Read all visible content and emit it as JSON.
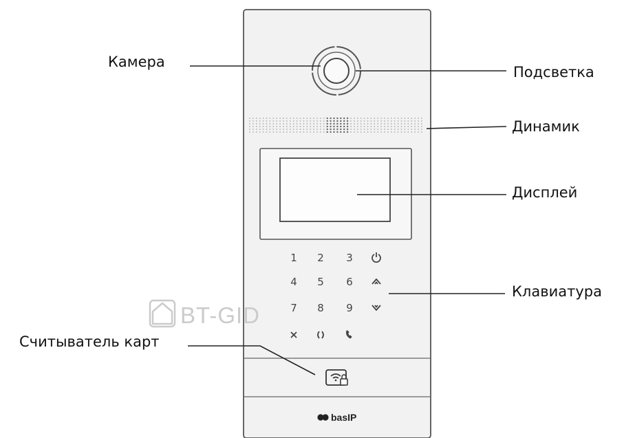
{
  "callouts": {
    "camera": "Камера",
    "backlight": "Подсветка",
    "speaker": "Динамик",
    "display": "Дисплей",
    "keypad": "Клавиатура",
    "card_reader": "Считыватель карт"
  },
  "keypad": {
    "rows": [
      [
        "1",
        "2",
        "3",
        "power-icon"
      ],
      [
        "4",
        "5",
        "6",
        "arrow-up-icon"
      ],
      [
        "7",
        "8",
        "9",
        "arrow-down-icon"
      ],
      [
        "close-icon",
        "bell-icon",
        "phone-icon"
      ]
    ]
  },
  "brand": {
    "logo_text": "basIP"
  },
  "watermark": {
    "text": "BT-GID"
  },
  "colors": {
    "panel": "#f2f2f2",
    "outline": "#555555",
    "line": "#222222"
  }
}
